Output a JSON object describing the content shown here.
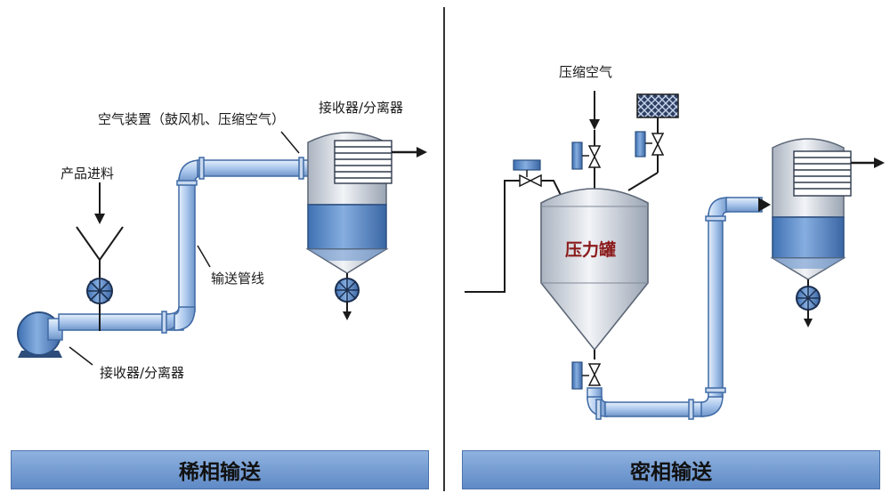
{
  "left": {
    "labels": {
      "feed": "产品进料",
      "air_device": "空气装置（鼓风机、压缩空气）",
      "pipeline": "输送管线",
      "receiver_top": "接收器/分离器",
      "receiver_bottom": "接收器/分离器"
    },
    "footer": "稀相输送"
  },
  "right": {
    "labels": {
      "compressed_air": "压缩空气",
      "tank": "压力罐"
    },
    "footer": "密相输送"
  },
  "colors": {
    "pipe": "#a9c6ec",
    "pipe_edge": "#3f6aa5",
    "fill_blue": "#5b8fcf",
    "steel": "#d9dee6",
    "footer_bg": "#6f98cf"
  }
}
